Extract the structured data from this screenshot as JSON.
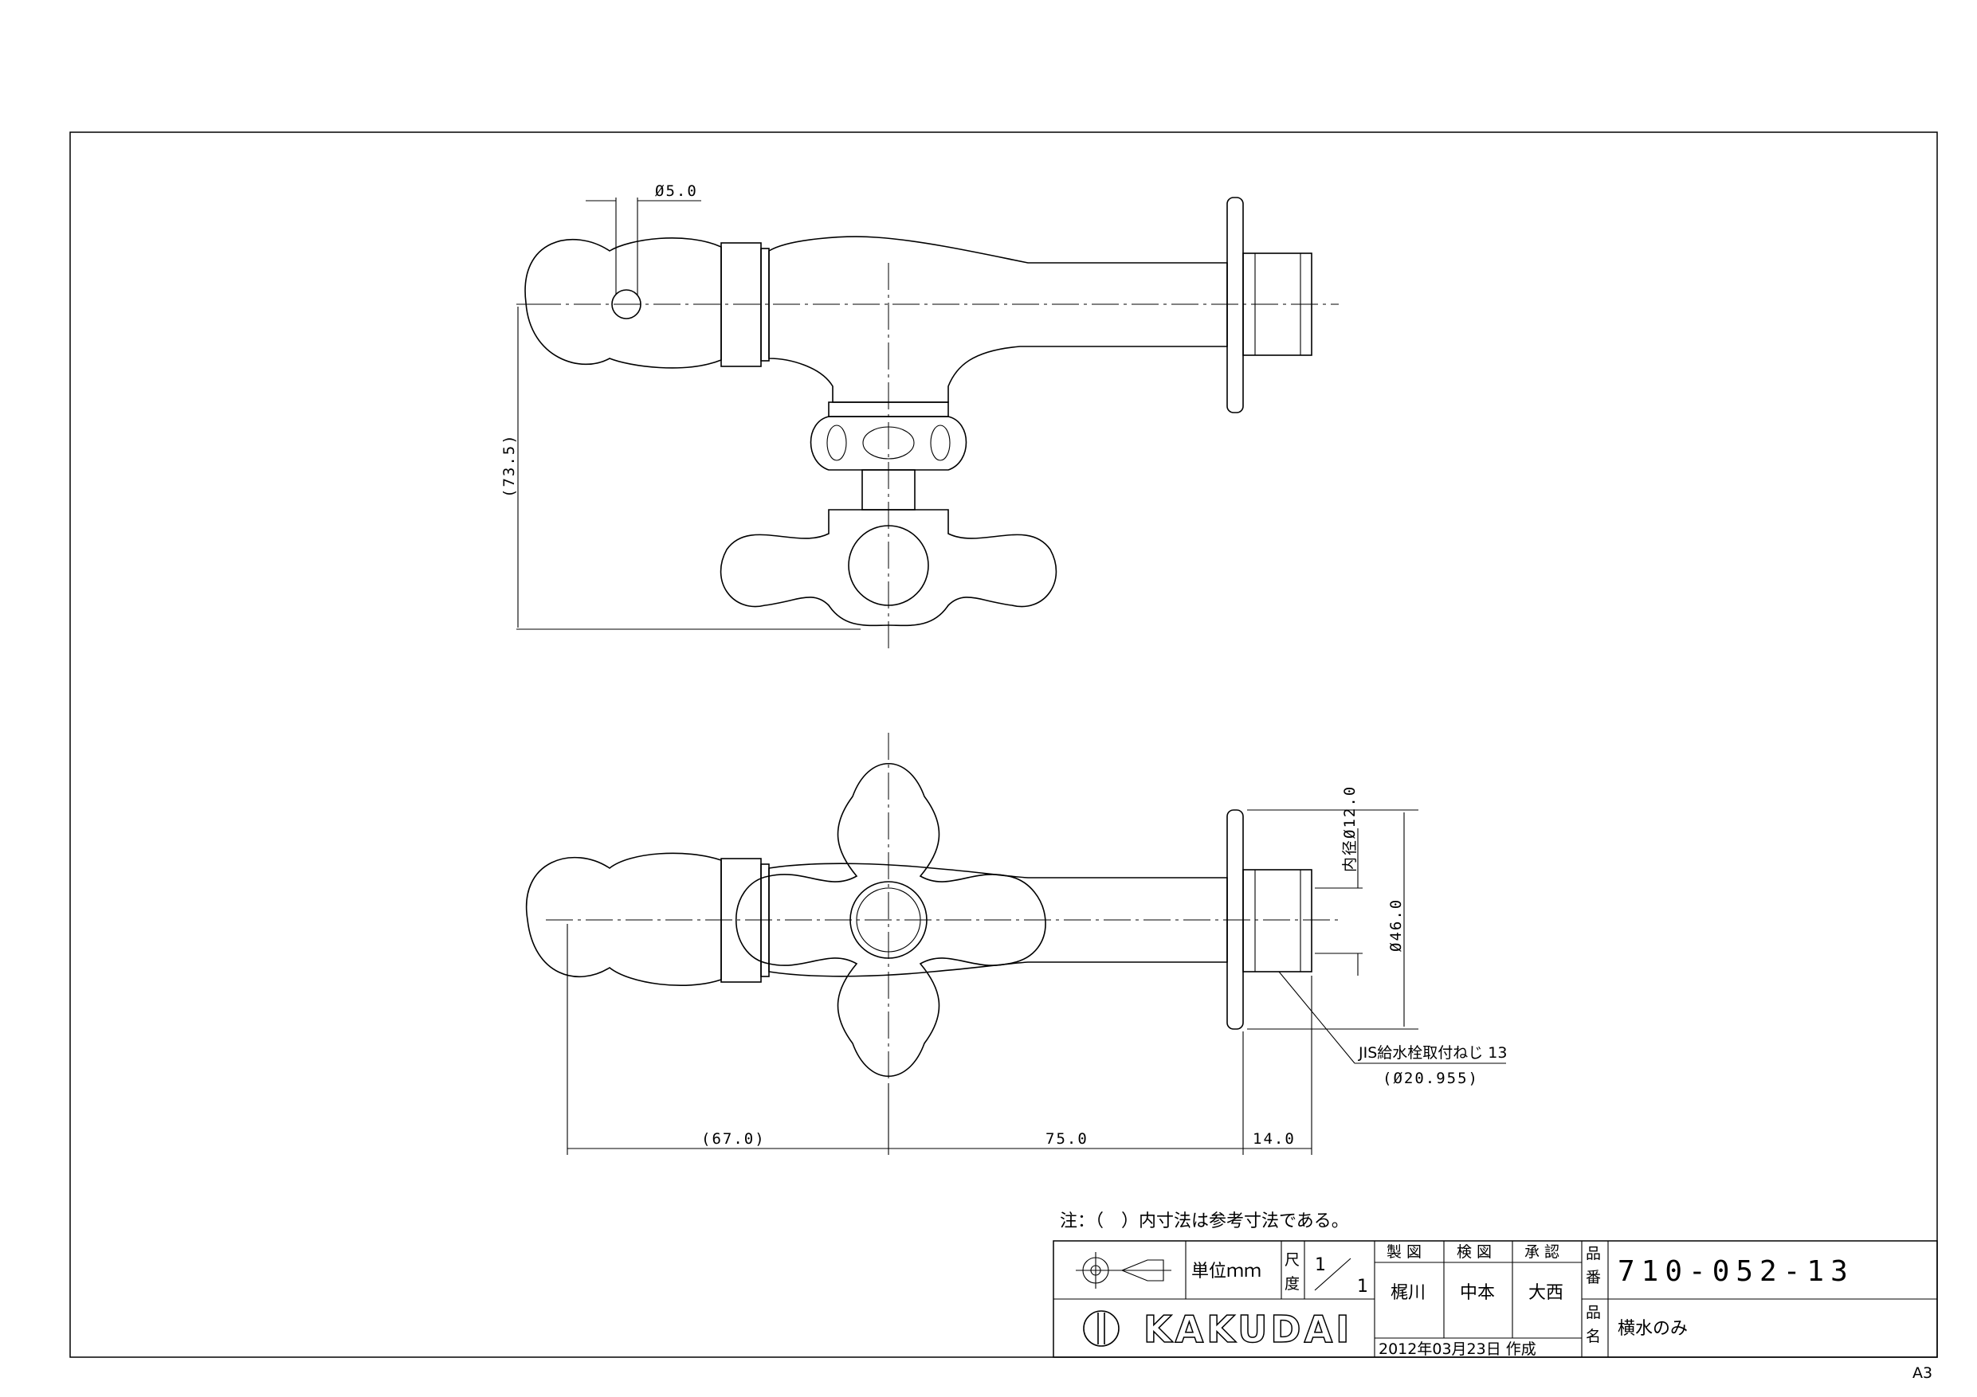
{
  "drawing": {
    "sheet_size": "A3",
    "note": "注：（　）内寸法は参考寸法である。"
  },
  "dimensions": {
    "pin_diameter": "Ø5.0",
    "height_ref": "(73.5)",
    "inner_diameter": "内径Ø12.0",
    "flange_diameter": "Ø46.0",
    "thread_label": "JIS給水栓取付ねじ 13",
    "thread_size": "(Ø20.955)",
    "length_left": "(67.0)",
    "length_mid": "75.0",
    "length_right": "14.0"
  },
  "title_block": {
    "unit_label": "単位ｍｍ",
    "scale_label_1": "尺",
    "scale_label_2": "度",
    "scale_num": "1",
    "scale_den": "1",
    "drawn_label": "製 図",
    "checked_label": "検 図",
    "approved_label": "承 認",
    "drawn_by": "梶川",
    "checked_by": "中本",
    "approved_by": "大西",
    "date_created": "2012年03月23日 作成",
    "part_no_label_1": "品",
    "part_no_label_2": "番",
    "part_no": "710-052-13",
    "part_name_label_1": "品",
    "part_name_label_2": "名",
    "part_name": "横水のみ",
    "company": "KAKUDAI"
  }
}
